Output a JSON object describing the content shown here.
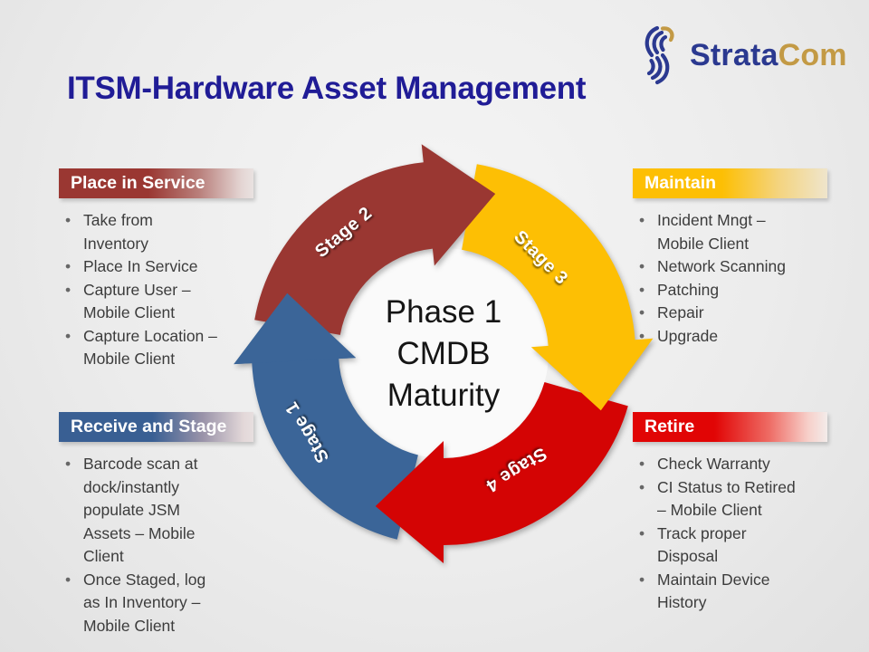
{
  "slide": {
    "title": "ITSM-Hardware Asset Management",
    "title_color": "#201c96",
    "background_color": "#ececec"
  },
  "logo": {
    "icon": "soundwave-s-icon",
    "text_primary": "Strata",
    "text_secondary": "Com",
    "primary_color": "#2b3990",
    "secondary_color": "#c39a45"
  },
  "cycle": {
    "center_lines": [
      "Phase 1",
      "CMDB",
      "Maturity"
    ],
    "direction": "clockwise",
    "stages": [
      {
        "label": "Stage 1",
        "color": "#3b6598",
        "position": "bottom-left"
      },
      {
        "label": "Stage 2",
        "color": "#9a3732",
        "position": "top-left"
      },
      {
        "label": "Stage 3",
        "color": "#fdbf04",
        "position": "top-right"
      },
      {
        "label": "Stage 4",
        "color": "#d40404",
        "position": "bottom-right"
      }
    ]
  },
  "panels": [
    {
      "id": "place-in-service",
      "title": "Place in Service",
      "accent_color": "#9a3732",
      "position": "top-left",
      "items": [
        "Take from Inventory",
        "Place In Service",
        "Capture User – Mobile Client",
        "Capture Location – Mobile Client"
      ]
    },
    {
      "id": "maintain",
      "title": "Maintain",
      "accent_color": "#fdbf04",
      "position": "top-right",
      "items": [
        "Incident Mngt – Mobile Client",
        "Network Scanning",
        "Patching",
        "Repair",
        "Upgrade"
      ]
    },
    {
      "id": "receive-and-stage",
      "title": "Receive and Stage",
      "accent_color": "#395f93",
      "position": "bottom-left",
      "items": [
        "Barcode scan at dock/instantly populate JSM Assets – Mobile Client",
        "Once Staged, log as In Inventory – Mobile Client"
      ]
    },
    {
      "id": "retire",
      "title": "Retire",
      "accent_color": "#e10505",
      "position": "bottom-right",
      "items": [
        "Check Warranty",
        "CI Status to Retired – Mobile Client",
        "Track proper Disposal",
        "Maintain Device History"
      ]
    }
  ]
}
